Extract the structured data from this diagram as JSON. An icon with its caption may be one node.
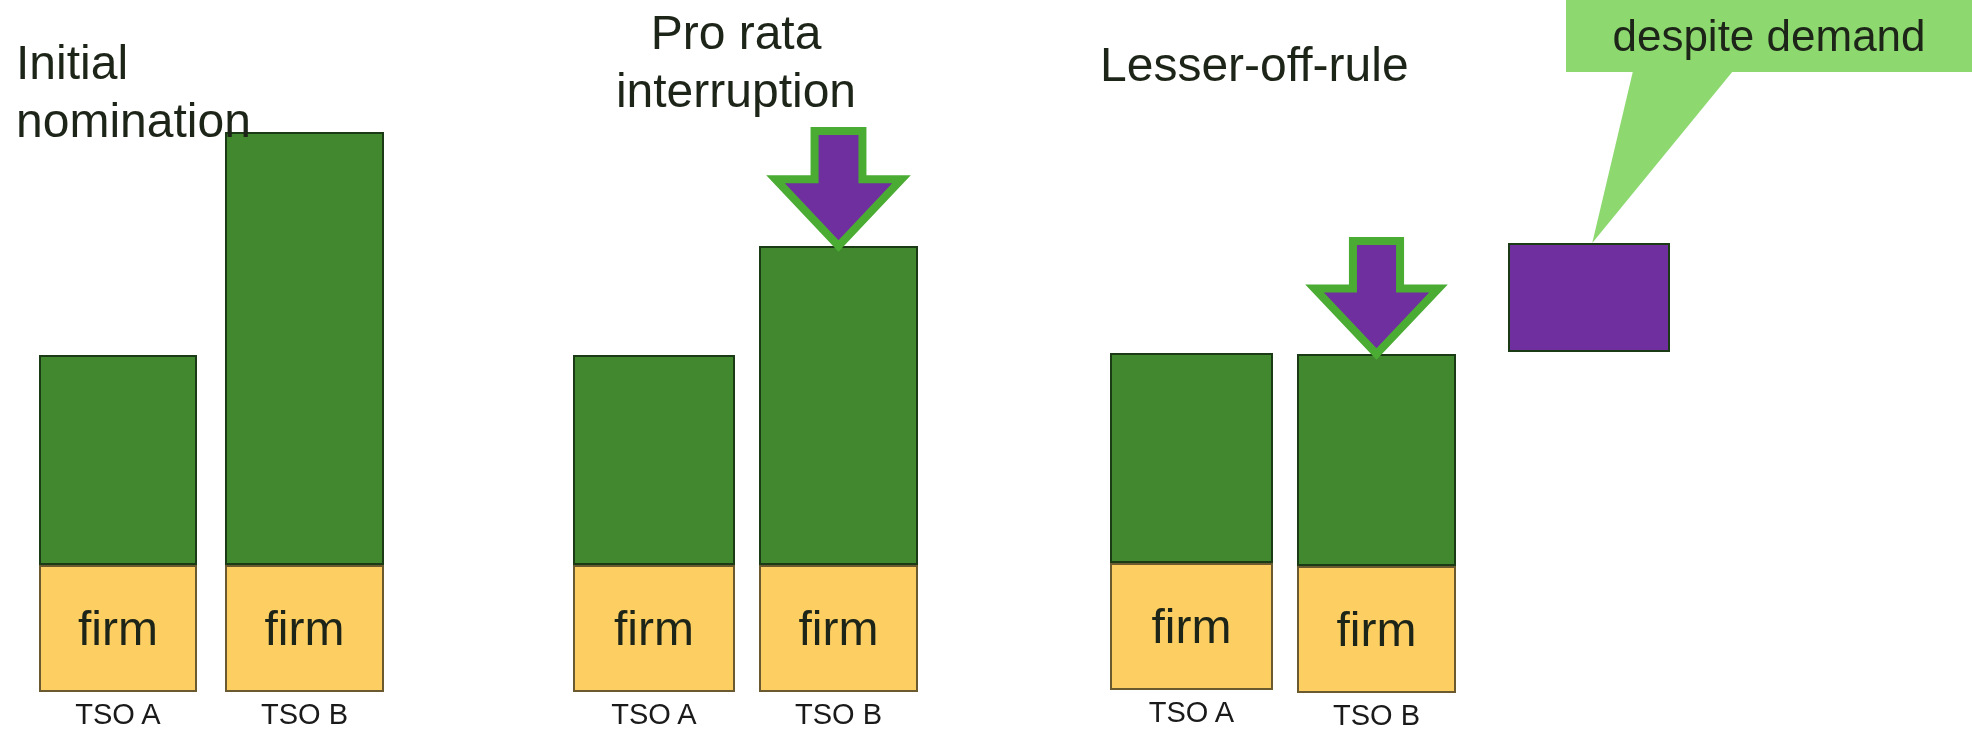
{
  "diagram": {
    "nodes": [
      {
        "text": [],
        "shape": "bar"
      },
      {
        "text": [
          "firm"
        ],
        "beside": [
          "TSO A"
        ]
      },
      {
        "text": [],
        "shape": "bar"
      },
      {
        "text": [
          "firm"
        ],
        "beside": [
          "TSO B"
        ]
      },
      {
        "text": [],
        "shape": "bar"
      },
      {
        "text": [
          "firm"
        ],
        "beside": [
          "TSO A"
        ]
      },
      {
        "text": [],
        "shape": "bar"
      },
      {
        "text": [
          "firm"
        ],
        "beside": [
          "TSO B"
        ]
      },
      {
        "text": [],
        "shape": "bar"
      },
      {
        "text": [
          "firm"
        ],
        "beside": [
          "TSO A"
        ]
      },
      {
        "text": [],
        "shape": "bar"
      },
      {
        "text": [
          "firm"
        ],
        "beside": [
          "TSO B"
        ]
      },
      {
        "text": [],
        "shape": "box"
      },
      {
        "text": [
          "despite demand"
        ]
      }
    ],
    "edges": [
      {
        "from": null,
        "to": 6,
        "arrow": "to"
      },
      {
        "from": null,
        "to": 10,
        "arrow": "to"
      },
      {
        "from": 13,
        "to": 12,
        "arrow": "to"
      }
    ],
    "labels": [
      "Initial nomination",
      "Pro rata interruption",
      "Lesser-off-rule"
    ]
  }
}
